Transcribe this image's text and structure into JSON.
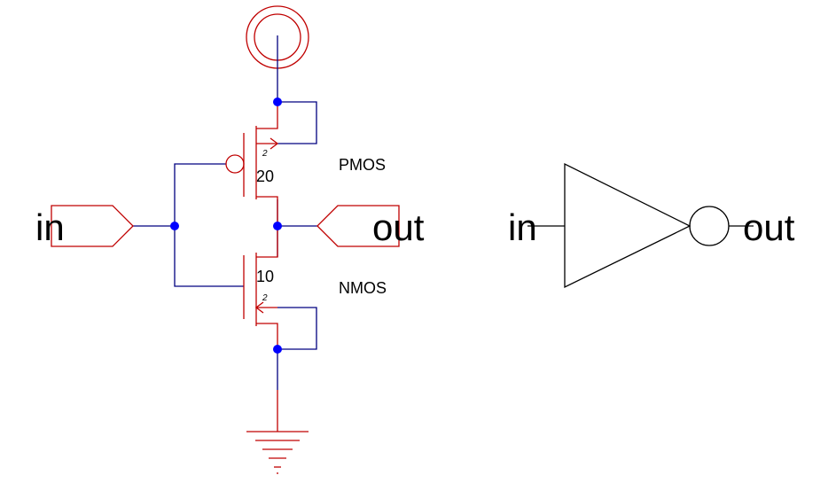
{
  "colors": {
    "device": "#c00000",
    "wire": "#000080",
    "junction": "#0000ff",
    "symbol": "#000000"
  },
  "schematic": {
    "pin_in_label": "in",
    "pin_out_label": "out",
    "pmos": {
      "type_label": "PMOS",
      "width_label": "20",
      "length_label": "2"
    },
    "nmos": {
      "type_label": "NMOS",
      "width_label": "10",
      "length_label": "2"
    }
  },
  "symbol": {
    "in_label": "in",
    "out_label": "out"
  },
  "icons": {
    "supply": "vdd-supply-icon",
    "ground": "ground-icon"
  }
}
